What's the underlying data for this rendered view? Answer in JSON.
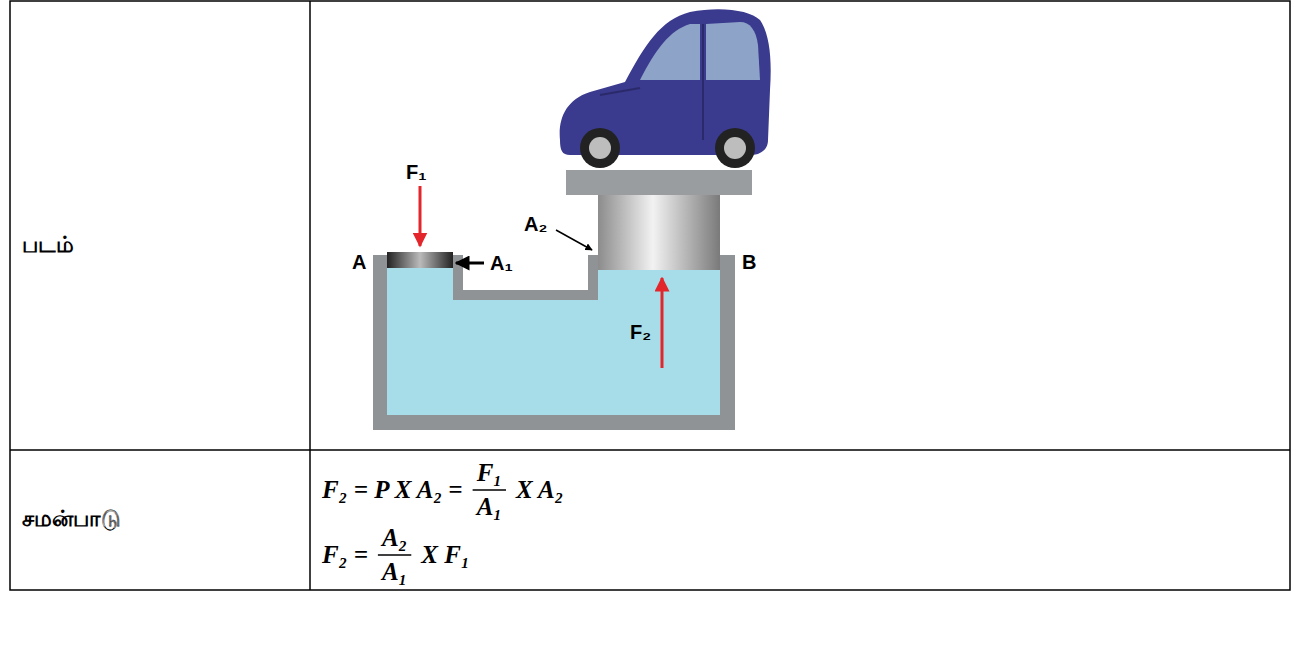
{
  "diagram": {
    "labels": [
      "படம்",
      "F₁",
      "A₂",
      "A",
      "A₁",
      "B",
      "F₂",
      "சமன்பாடு",
      "F₂ = P X A₂ =",
      "F₁",
      "A₁",
      "X A₂",
      "F₂ =",
      "A₂",
      "A₁",
      "X F₁"
    ]
  }
}
